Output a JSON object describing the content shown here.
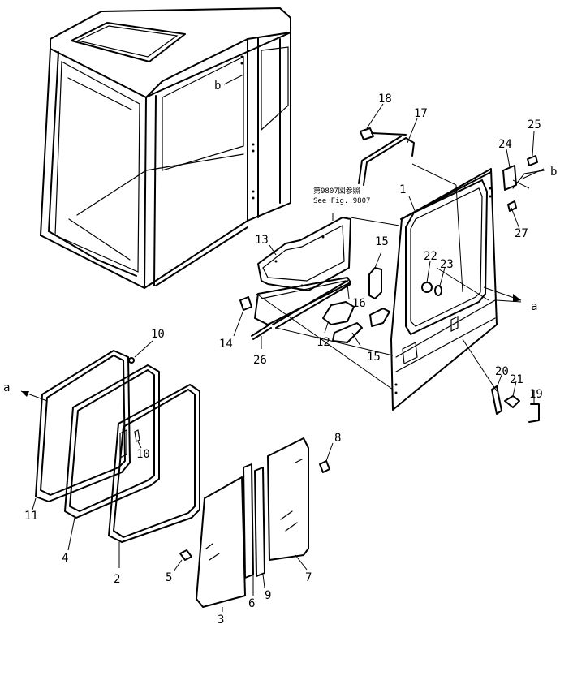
{
  "figure": {
    "reference_note": {
      "line1": "第9807図参照",
      "line2": "See Fig. 9807"
    },
    "letter_callouts": {
      "a": "a",
      "b": "b"
    },
    "parts": [
      {
        "id": "p1",
        "number": "1"
      },
      {
        "id": "p2",
        "number": "2"
      },
      {
        "id": "p3",
        "number": "3"
      },
      {
        "id": "p4",
        "number": "4"
      },
      {
        "id": "p5",
        "number": "5"
      },
      {
        "id": "p6",
        "number": "6"
      },
      {
        "id": "p7",
        "number": "7"
      },
      {
        "id": "p8",
        "number": "8"
      },
      {
        "id": "p9",
        "number": "9"
      },
      {
        "id": "p10a",
        "number": "10"
      },
      {
        "id": "p10b",
        "number": "10"
      },
      {
        "id": "p11",
        "number": "11"
      },
      {
        "id": "p12",
        "number": "12"
      },
      {
        "id": "p13",
        "number": "13"
      },
      {
        "id": "p14",
        "number": "14"
      },
      {
        "id": "p15a",
        "number": "15"
      },
      {
        "id": "p15b",
        "number": "15"
      },
      {
        "id": "p16",
        "number": "16"
      },
      {
        "id": "p17",
        "number": "17"
      },
      {
        "id": "p18",
        "number": "18"
      },
      {
        "id": "p19",
        "number": "19"
      },
      {
        "id": "p20",
        "number": "20"
      },
      {
        "id": "p21",
        "number": "21"
      },
      {
        "id": "p22",
        "number": "22"
      },
      {
        "id": "p23",
        "number": "23"
      },
      {
        "id": "p24",
        "number": "24"
      },
      {
        "id": "p25",
        "number": "25"
      },
      {
        "id": "p26",
        "number": "26"
      },
      {
        "id": "p27",
        "number": "27"
      }
    ]
  }
}
